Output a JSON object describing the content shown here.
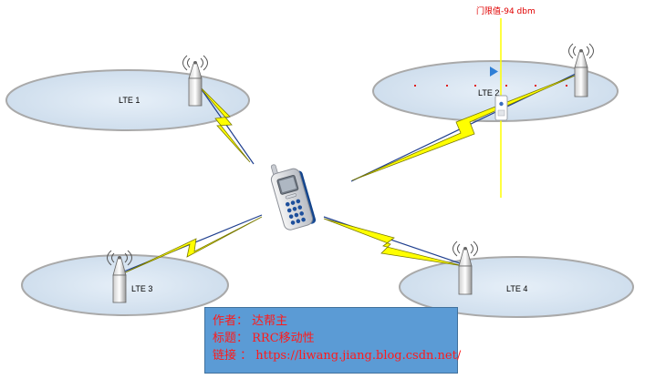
{
  "cells": [
    {
      "id": "lte1",
      "label": "LTE 1"
    },
    {
      "id": "lte2",
      "label": "LTE 2"
    },
    {
      "id": "lte3",
      "label": "LTE 3"
    },
    {
      "id": "lte4",
      "label": "LTE 4"
    }
  ],
  "threshold": {
    "label": "门限值-94 dbm",
    "color": "#e00000"
  },
  "info": {
    "author": "作者： 达帮主",
    "title": "标题： RRC移动性",
    "link": "链接 ： https://liwang.jiang.blog.csdn.net/"
  },
  "colors": {
    "cell_fill": "#dbe8f4",
    "cell_stroke": "#a9a9a9",
    "lightning": "#ffff00",
    "threshold_line": "#ffff00",
    "info_box": "#5b9bd5",
    "info_text": "#ff1a1a"
  },
  "icons": [
    "antenna-tower-icon",
    "mobile-phone-icon",
    "lightning-bolt-icon",
    "play-arrow-icon",
    "device-marker-icon"
  ]
}
